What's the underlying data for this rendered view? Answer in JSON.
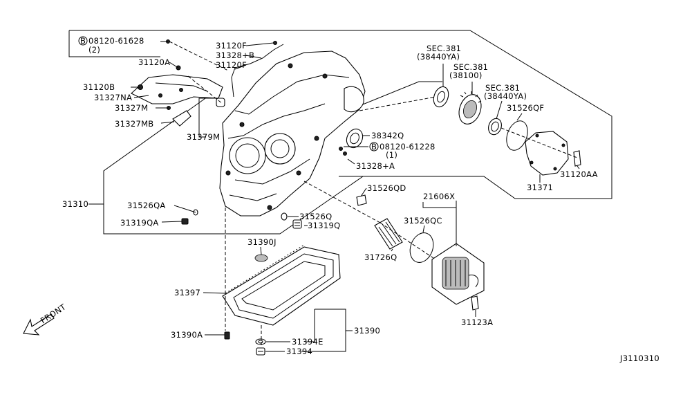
{
  "diagram_id": "J3110310",
  "front_label": "FRONT",
  "callouts": {
    "c08120_61628": "08120-61628",
    "c08120_61628_qty": "(2)",
    "c31120F_a": "31120F",
    "c31328B": "31328+B",
    "c31120F_b": "31120F",
    "c31120A": "31120A",
    "c31120B": "31120B",
    "c31327NA": "31327NA",
    "c31327M": "31327M",
    "c31327MB": "31327MB",
    "c31379M": "31379M",
    "c31310": "31310",
    "c31526QA": "31526QA",
    "c31319QA": "31319QA",
    "c31526Q": "31526Q",
    "c31319Q": "31319Q",
    "c31390J": "31390J",
    "c31397": "31397",
    "c31390A": "31390A",
    "c31394E": "31394E",
    "c31394": "31394",
    "c31390": "31390",
    "c31526QD": "31526QD",
    "c31726Q": "31726Q",
    "c21606X": "21606X",
    "c31526QC": "31526QC",
    "c31123A": "31123A",
    "c38342Q": "38342Q",
    "c08120_61228": "08120-61228",
    "c08120_61228_qty": "(1)",
    "c31328A": "31328+A",
    "c31371": "31371",
    "c31120AA": "31120AA",
    "sec381_a": "SEC.381",
    "sec381_a_sub": "(38440YA)",
    "sec381_b": "SEC.381",
    "sec381_b_sub": "(38100)",
    "sec381_c": "SEC.381",
    "sec381_c_sub": "(38440YA)",
    "c31526QF": "31526QF"
  },
  "bolt_symbol": "B"
}
